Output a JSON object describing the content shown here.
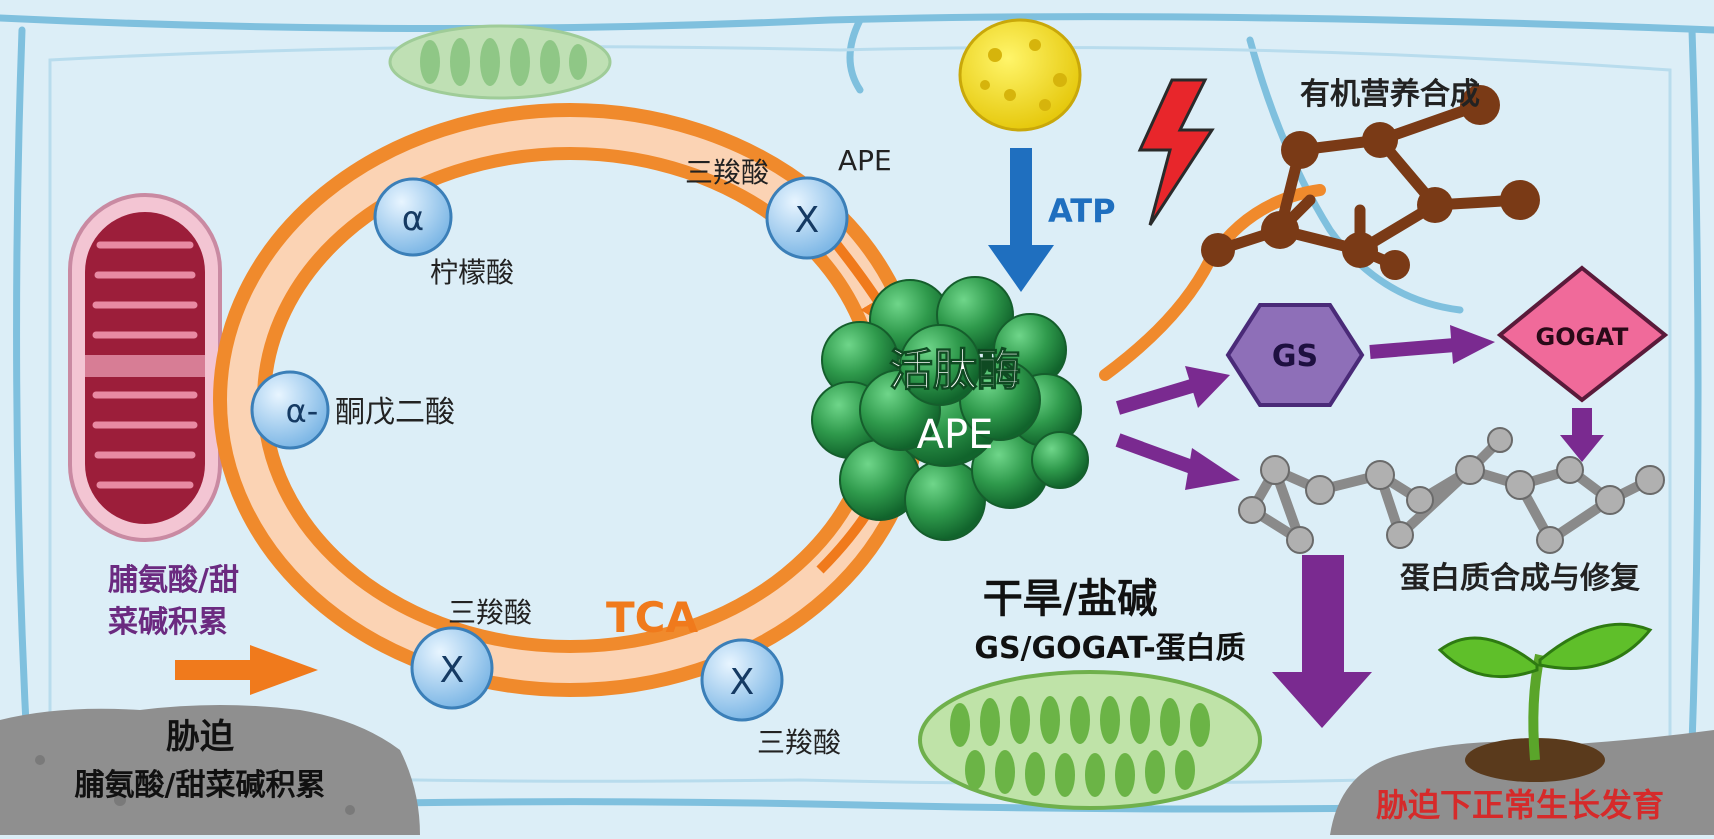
{
  "enzyme": {
    "name": "活肽酶",
    "abbr": "APE"
  },
  "cycle": {
    "label": "TCA",
    "nodes": [
      {
        "symbol": "α",
        "label": "柠檬酸"
      },
      {
        "symbol": "α-",
        "label": "酮戊二酸"
      },
      {
        "symbol": "X",
        "label": "三羧酸",
        "tag": "APE"
      },
      {
        "symbol": "X",
        "label": "三羧酸"
      },
      {
        "symbol": "X",
        "label": "三羧酸"
      }
    ]
  },
  "energy": {
    "label": "ATP"
  },
  "organic_synthesis": {
    "label": "有机营养合成"
  },
  "nitrogen": {
    "gs": "GS",
    "gogat": "GOGAT"
  },
  "protein": {
    "label": "蛋白质合成与修复"
  },
  "stress_center": {
    "title": "干旱/盐碱",
    "subtitle": "GS/GOGAT-蛋白质"
  },
  "stress_left": {
    "line1": "脯氨酸/甜",
    "line2": "菜碱积累"
  },
  "bottom_left": {
    "title": "胁迫",
    "subtitle": "脯氨酸/甜菜碱积累"
  },
  "bottom_right": {
    "label": "胁迫下正常生长发育"
  },
  "colors": {
    "cycle_outer": "#f08a2c",
    "cycle_inner": "#fbd3b4",
    "enzyme": "#2f9a4c",
    "atp_arrow": "#1f6fbf",
    "purple_arrow": "#7a2a90",
    "gs": "#8e6fb8",
    "gogat": "#f06a9a",
    "stress_text": "#6b2a80",
    "growth_text": "#d62a2a"
  }
}
